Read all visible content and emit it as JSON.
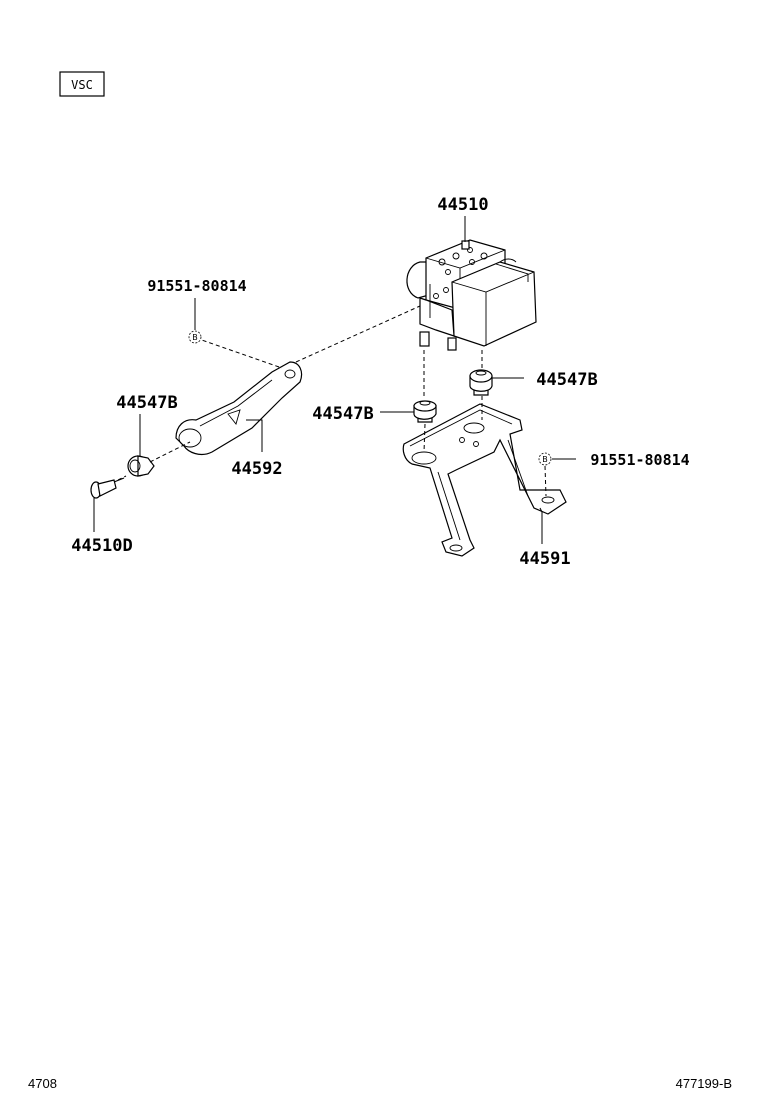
{
  "header": {
    "tag": "VSC"
  },
  "parts": {
    "actuator": "44510",
    "bolt_left": "91551-80814",
    "cushion_upper_left": "44547B",
    "cushion_mid": "44547B",
    "cushion_right": "44547B",
    "bracket_front": "44592",
    "screw": "44510D",
    "bolt_right": "91551-80814",
    "bracket_main": "44591"
  },
  "bolt_symbol": "B",
  "footer": {
    "page_code": "4708",
    "figure_code": "477199-B"
  }
}
